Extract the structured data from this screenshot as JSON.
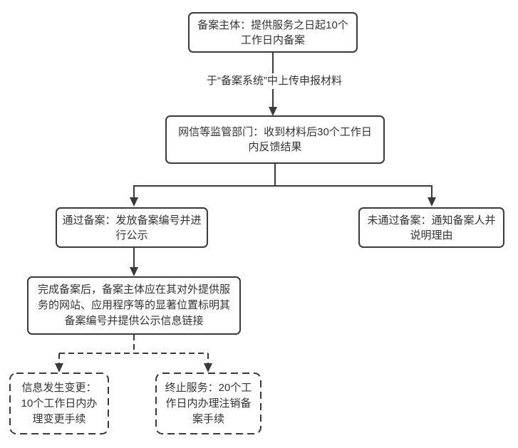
{
  "flowchart": {
    "kind": "flowchart",
    "direction": "top-down",
    "colors": {
      "background": "#ffffff",
      "stroke": "#3a3a3a",
      "text": "#333333",
      "node_fill": "#ffffff"
    },
    "nodes": {
      "filing_subject": {
        "style": "solid",
        "lines": [
          "备案主体：提供服务之日起10个",
          "工作日内备案"
        ]
      },
      "regulator_review": {
        "style": "solid",
        "lines": [
          "网信等监管部门：收到材料后30个工作日",
          "内反馈结果"
        ]
      },
      "pass": {
        "style": "solid",
        "lines": [
          "通过备案：发放备案编号并进",
          "行公示"
        ]
      },
      "fail": {
        "style": "solid",
        "lines": [
          "未通过备案：通知备案人并",
          "说明理由"
        ]
      },
      "publicity": {
        "style": "solid",
        "lines": [
          "完成备案后，备案主体应在其对外提供服",
          "务的网站、应用程序等的显著位置标明其",
          "备案编号并提供公示信息链接"
        ]
      },
      "info_change": {
        "style": "dashed",
        "lines": [
          "信息发生变更：",
          "10个工作日内办",
          "理变更手续"
        ]
      },
      "terminate_service": {
        "style": "dashed",
        "lines": [
          "终止服务：20个工",
          "作日内办理注销备",
          "案手续"
        ]
      }
    },
    "edge_labels": {
      "upload_materials": "于“备案系统”中上传申报材料"
    }
  }
}
